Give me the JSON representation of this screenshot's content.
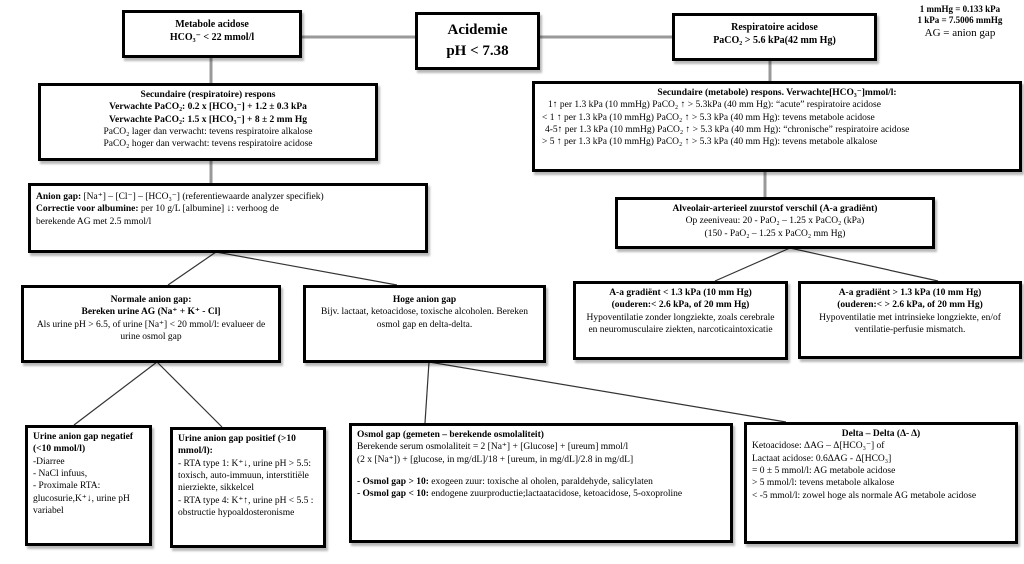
{
  "root": {
    "title": "Acidemie",
    "subtitle": "pH < 7.38"
  },
  "metabole": {
    "title": "Metabole acidose",
    "subtitle": "HCO₃⁻ < 22 mmol/l"
  },
  "respiratoire": {
    "title": "Respiratoire acidose",
    "subtitle": "PaCO₂ > 5.6 kPa(42 mm Hg)"
  },
  "legend": {
    "line1": "1 mmHg = 0.133 kPa",
    "line2": "1 kPa = 7.5006 mmHg",
    "line3": "AG = anion gap"
  },
  "sec_resp": {
    "bold1": "Secundaire (respiratoire) respons",
    "bold2": "Verwachte PaCO₂: 0.2 x [HCO₃⁻] + 1.2 ± 0.3 kPa",
    "bold3": "Verwachte PaCO₂: 1.5 x [HCO₃⁻] + 8 ± 2 mm Hg",
    "line1": "PaCO₂ lager dan verwacht: tevens respiratoire alkalose",
    "line2": "PaCO₂ hoger dan verwacht: tevens respiratoire acidose"
  },
  "sec_metab": {
    "title": "Secundaire (metabole) respons. Verwachte[HCO₃⁻]mmol/l:",
    "lines": [
      "1↑ per 1.3 kPa (10 mmHg) PaCO₂ ↑ > 5.3kPa (40 mm Hg): “acute” respiratoire acidose",
      "< 1 ↑ per 1.3 kPa (10 mmHg) PaCO₂ ↑ > 5.3 kPa (40 mm Hg): tevens metabole acidose",
      "4-5↑ per 1.3 kPa (10 mmHg) PaCO₂ ↑ > 5.3 kPa (40 mm Hg): “chronische” respiratoire acidose",
      "> 5 ↑ per 1.3 kPa (10 mmHg) PaCO₂ ↑ > 5.3 kPa (40 mm Hg): tevens metabole alkalose"
    ]
  },
  "anion_gap": {
    "label1": "Anion gap:",
    "rest1": " [Na⁺] – [Cl⁻] – [HCO₃⁻] (referentiewaarde analyzer specifiek)",
    "label2": "Correctie voor albumine:",
    "rest2": " per 10 g/L [albumine] ↓: verhoog de",
    "line3": "berekende AG met 2.5 mmol/l"
  },
  "aa_gradient": {
    "title": "Alveolair-arterieel zuurstof verschil (A-a gradiënt)",
    "line1": "Op zeeniveau: 20 - PaO₂ – 1.25 x PaCO₂ (kPa)",
    "line2": "(150 - PaO₂ – 1.25 x PaCO₂ mm Hg)"
  },
  "normale_ag": {
    "bold1": "Normale anion gap:",
    "bold2": "Bereken urine AG (Na⁺ + K⁺ - Cl]",
    "body": "Als urine pH > 6.5, of urine [Na⁺] < 20 mmol/l: evalueer de urine osmol gap"
  },
  "hoge_ag": {
    "title": "Hoge anion gap",
    "body": "Bijv. lactaat, ketoacidose, toxische alcoholen. Bereken osmol gap en delta-delta."
  },
  "aa_low": {
    "bold1": "A-a gradiënt < 1.3 kPa (10 mm Hg)",
    "bold2": "(ouderen:< 2.6 kPa, of 20 mm Hg)",
    "body": "Hypoventilatie zonder longziekte, zoals cerebrale en neuromusculaire ziekten, narcoticaintoxicatie"
  },
  "aa_high": {
    "bold1": "A-a gradiënt > 1.3 kPa (10 mm Hg)",
    "bold2": "(ouderen:< > 2.6 kPa, of 20 mm Hg)",
    "body": "Hypoventilatie met intrinsieke longziekte, en/of ventilatie-perfusie mismatch."
  },
  "urine_neg": {
    "bold": "Urine anion gap negatief (<10 mmol/l)",
    "line1": " -Diarree",
    "line2": "- NaCl infuus,",
    "line3": "- Proximale RTA: glucosurie,K⁺↓, urine pH variabel"
  },
  "urine_pos": {
    "bold": "Urine anion gap positief (>10 mmol/l):",
    "line1": "- RTA type 1: K⁺↓, urine pH > 5.5: toxisch, auto-immuun, interstitiële nierziekte, sikkelcel",
    "line2": "- RTA type 4: K⁺↑, urine pH < 5.5 : obstructie hypoaldosteronisme"
  },
  "osmol": {
    "title": "Osmol gap (gemeten – berekende osmolaliteit)",
    "line1": "Berekende serum osmolaliteit = 2 [Na⁺] + [Glucose] + [ureum] mmol/l",
    "line2": "(2 x [Na⁺]) + [glucose, in mg/dL]/18 + [ureum, in mg/dL]/2.8 in mg/dL]",
    "b1": "- Osmol gap > 10:",
    "r1": " exogeen zuur: toxische al oholen, paraldehyde, salicylaten",
    "b2": "- Osmol gap < 10:",
    "r2": " endogene zuurproductie;lactaatacidose, ketoacidose, 5-oxoproline"
  },
  "delta": {
    "title": "Delta – Delta (Δ- Δ)",
    "line1": "Ketoacidose: ΔAG – Δ[HCO₃⁻] of",
    "line2": "Lactaat acidose: 0.6ΔAG - Δ[HCO₃]",
    "line3": "= 0 ± 5 mmol/l: AG metabole acidose",
    "line4": "> 5 mmol/l: tevens metabole alkalose",
    "line5": "< -5 mmol/l: zowel hoge als normale AG metabole acidose"
  }
}
